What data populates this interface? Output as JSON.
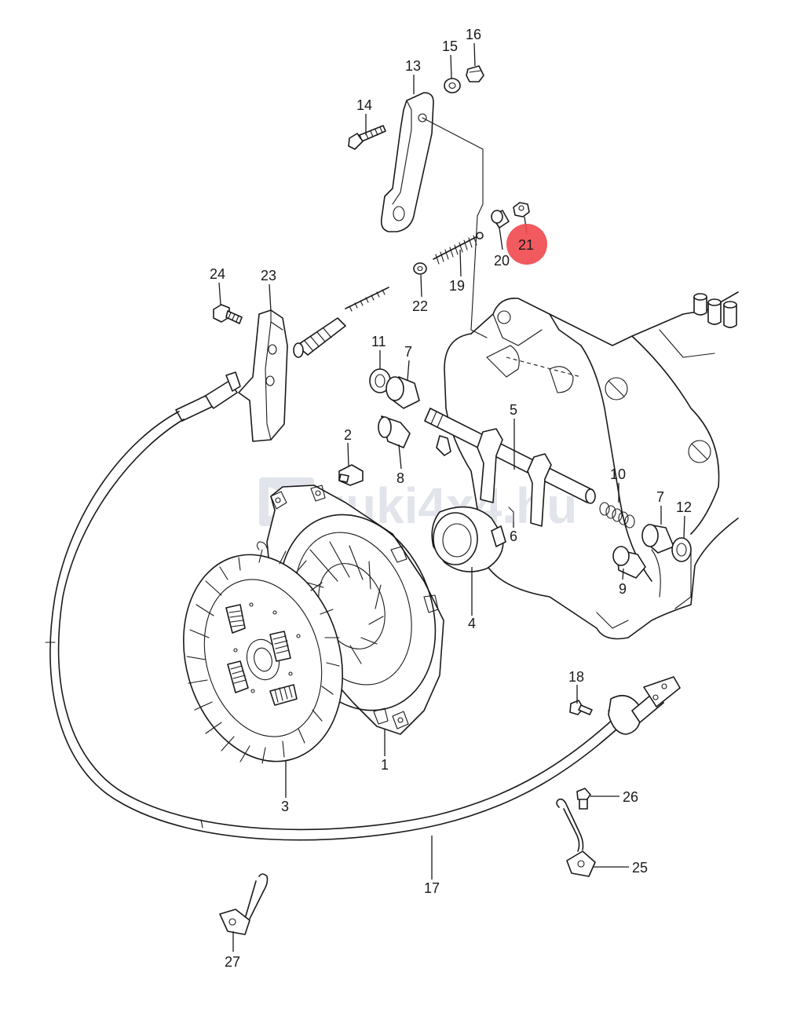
{
  "watermark": {
    "text": "zuki4x4.hu"
  },
  "highlight": {
    "part": "21",
    "color": "#f0484c"
  },
  "callouts": {
    "p1": "1",
    "p2": "2",
    "p3": "3",
    "p4": "4",
    "p5": "5",
    "p6": "6",
    "p7a": "7",
    "p7b": "7",
    "p8": "8",
    "p9": "9",
    "p10": "10",
    "p11": "11",
    "p12": "12",
    "p13": "13",
    "p14": "14",
    "p15": "15",
    "p16": "16",
    "p17": "17",
    "p18": "18",
    "p19": "19",
    "p20": "20",
    "p21": "21",
    "p22": "22",
    "p23": "23",
    "p24": "24",
    "p25": "25",
    "p26": "26",
    "p27": "27"
  }
}
